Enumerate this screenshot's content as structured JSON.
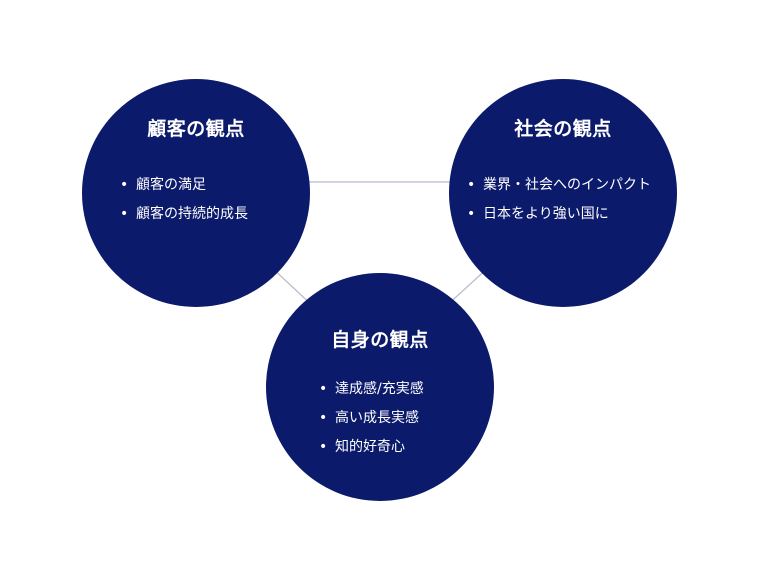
{
  "colors": {
    "circle_fill": "#0c1a6b",
    "circle_text": "#ffffff",
    "connector": "#b8bccf",
    "background": "#ffffff"
  },
  "bullet_glyph": "•",
  "perspectives": {
    "customer": {
      "title": "顧客の観点",
      "items": [
        "顧客の満足",
        "顧客の持続的成長"
      ]
    },
    "society": {
      "title": "社会の観点",
      "items": [
        "業界・社会へのインパクト",
        "日本をより強い国に"
      ]
    },
    "self": {
      "title": "自身の観点",
      "items": [
        "達成感/充実感",
        "高い成長実感",
        "知的好奇心"
      ]
    }
  }
}
